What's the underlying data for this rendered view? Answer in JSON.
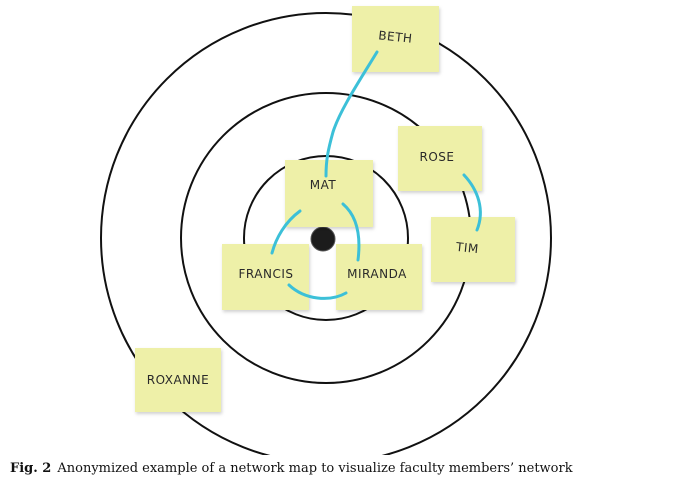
{
  "figure": {
    "notes": [
      {
        "id": "beth",
        "label": "BETH"
      },
      {
        "id": "rose",
        "label": "ROSE"
      },
      {
        "id": "mat",
        "label": "MAT"
      },
      {
        "id": "tim",
        "label": "TIM"
      },
      {
        "id": "francis",
        "label": "FRANCIS"
      },
      {
        "id": "miranda",
        "label": "MIRANDA"
      },
      {
        "id": "roxanne",
        "label": "ROXANNE"
      }
    ],
    "colors": {
      "sticky_note": "#eef0a8",
      "connector": "#3cc0d8",
      "ring": "#111111",
      "center": "#1c1c1c"
    }
  },
  "caption": {
    "label": "Fig. 2",
    "text": "Anonymized example of a network map to visualize faculty members’ network"
  }
}
